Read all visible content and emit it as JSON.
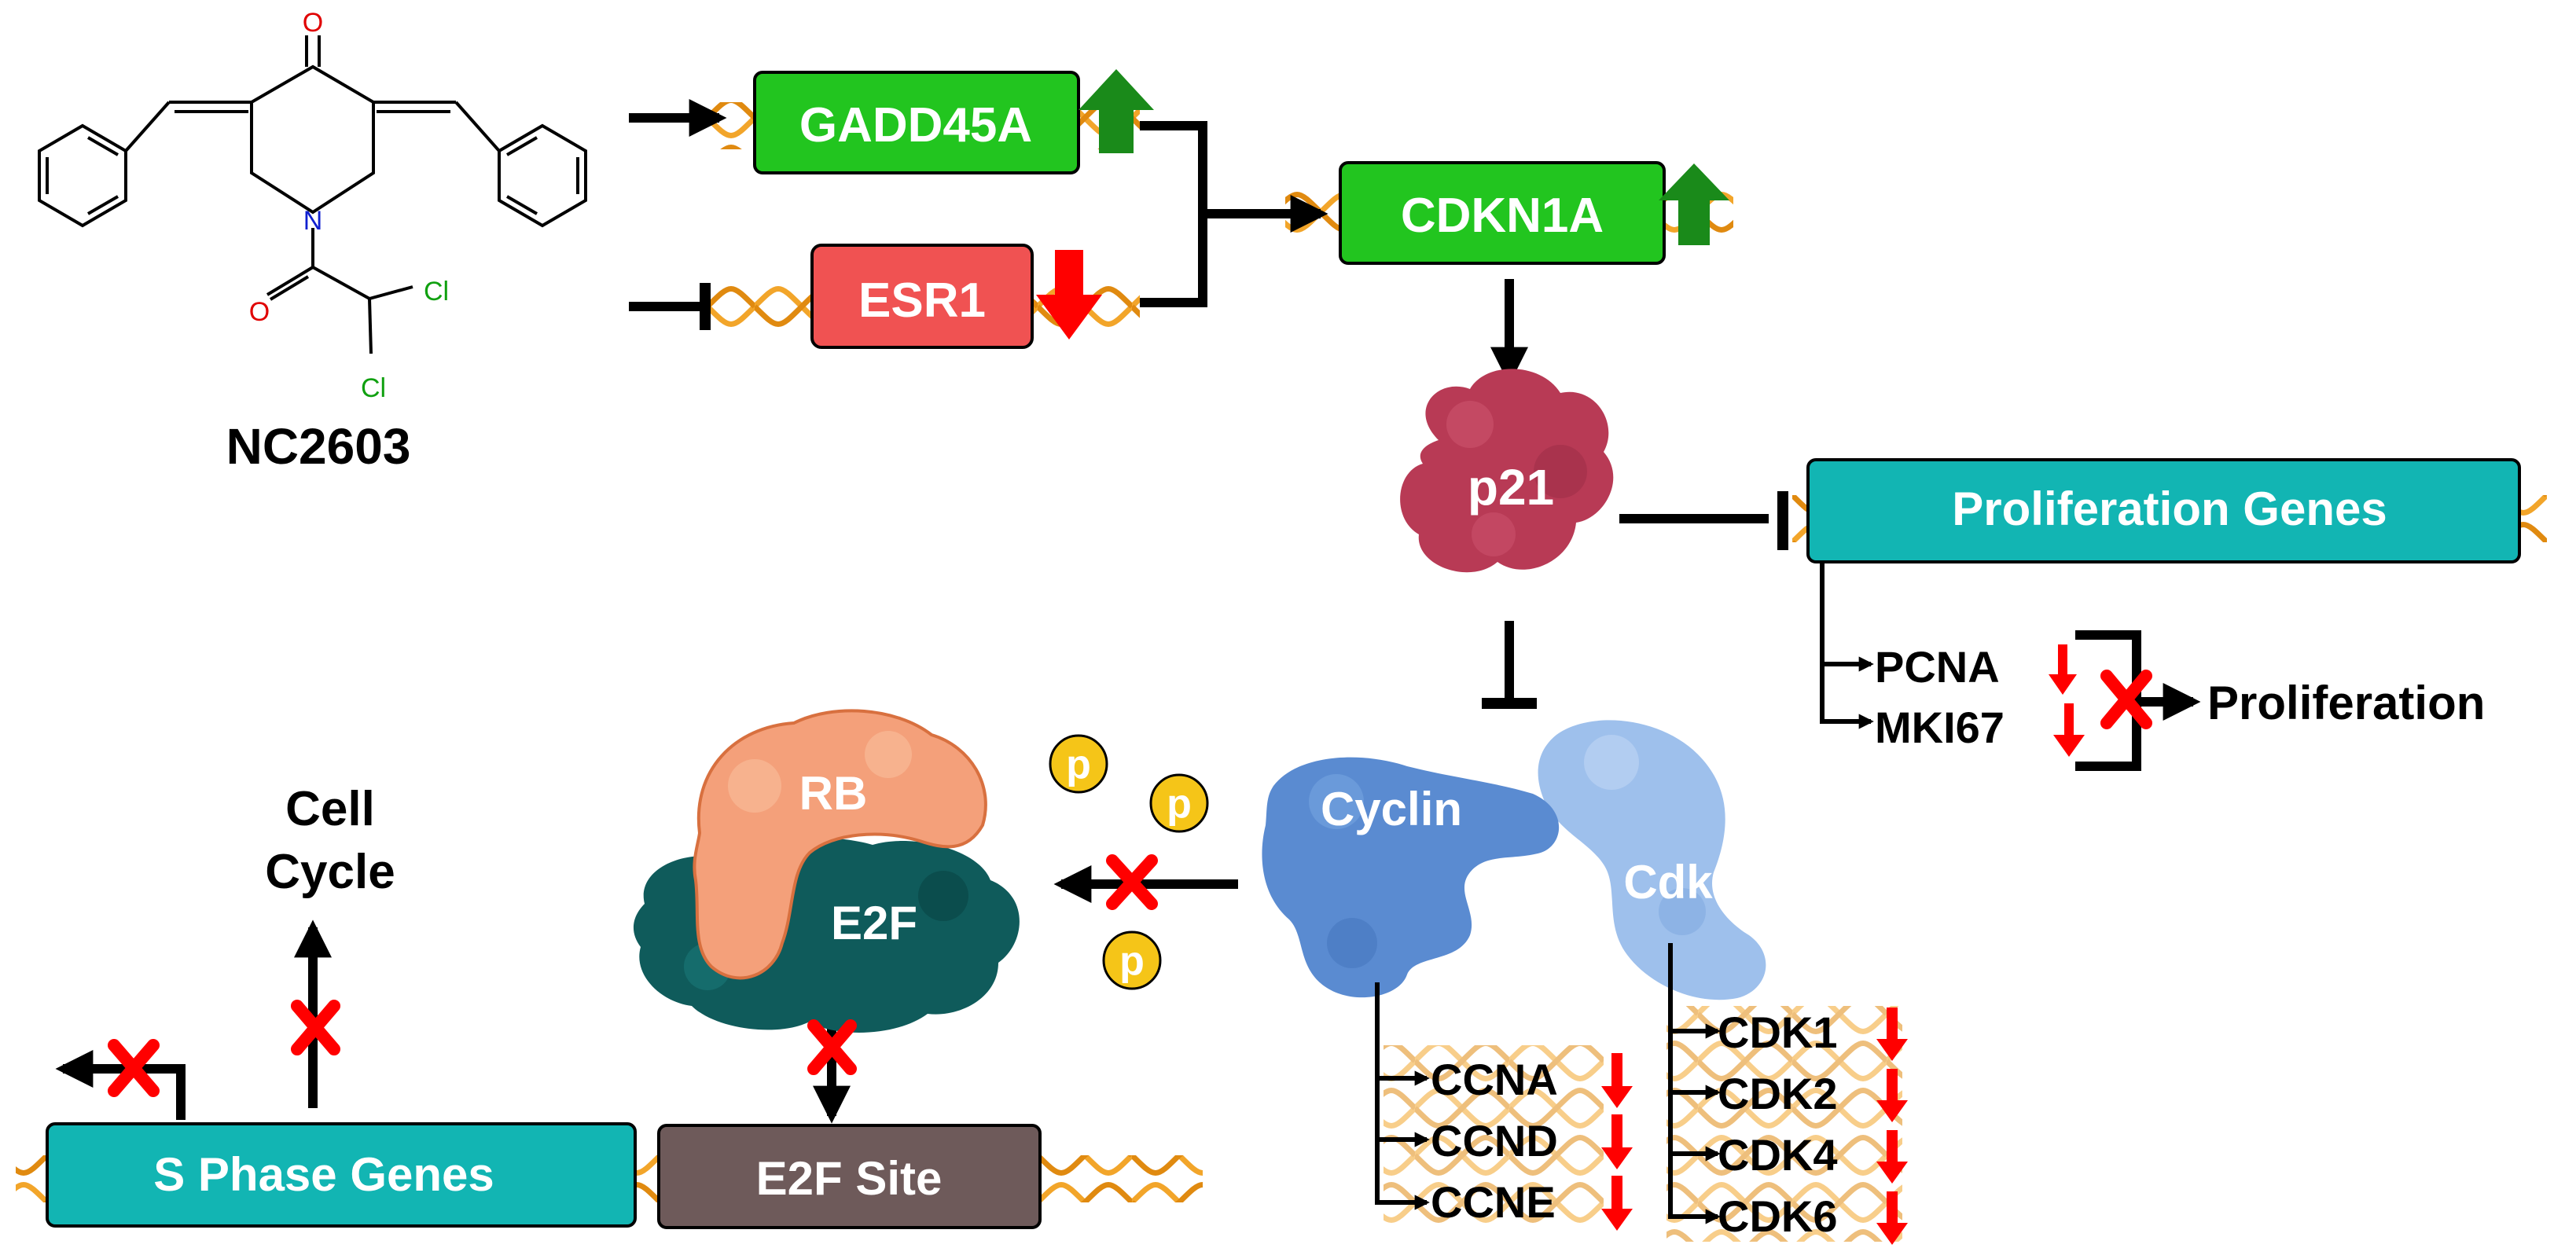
{
  "compound": {
    "name": "NC2603",
    "atoms": {
      "oxygen_ketone": "O",
      "nitrogen": "N",
      "oxygen_amide": "O",
      "chlorine_1": "Cl",
      "chlorine_2": "Cl"
    }
  },
  "genes": {
    "gadd45a": "GADD45A",
    "esr1": "ESR1",
    "cdkn1a": "CDKN1A"
  },
  "proteins": {
    "p21": "p21",
    "rb": "RB",
    "e2f": "E2F",
    "cyclin": "Cyclin",
    "cdk": "Cdk",
    "phosphate": "p"
  },
  "boxes": {
    "proliferation_genes": "Proliferation Genes",
    "s_phase_genes": "S Phase Genes",
    "e2f_site": "E2F Site"
  },
  "proliferation_targets": [
    "PCNA",
    "MKI67"
  ],
  "proliferation_label": "Proliferation",
  "cell_cycle_label": [
    "Cell",
    "Cycle"
  ],
  "cyclin_targets": [
    "CCNA",
    "CCND",
    "CCNE"
  ],
  "cdk_targets": [
    "CDK1",
    "CDK2",
    "CDK4",
    "CDK6"
  ],
  "colors": {
    "green_box": "#22c51f",
    "red_box": "#f05252",
    "teal_box": "#12b5b3",
    "gray_box": "#6e5a5a",
    "up_arrow": "#1a8a1a",
    "down_arrow": "#ff0000",
    "p21_blob": "#b83a55",
    "rb_blob": "#f4a07a",
    "e2f_blob": "#0f5b5b",
    "cyclin_blob": "#5a8bd1",
    "cdk_blob": "#9ec0ec",
    "phospho": "#f5c518",
    "dna": "#f2a52a"
  }
}
